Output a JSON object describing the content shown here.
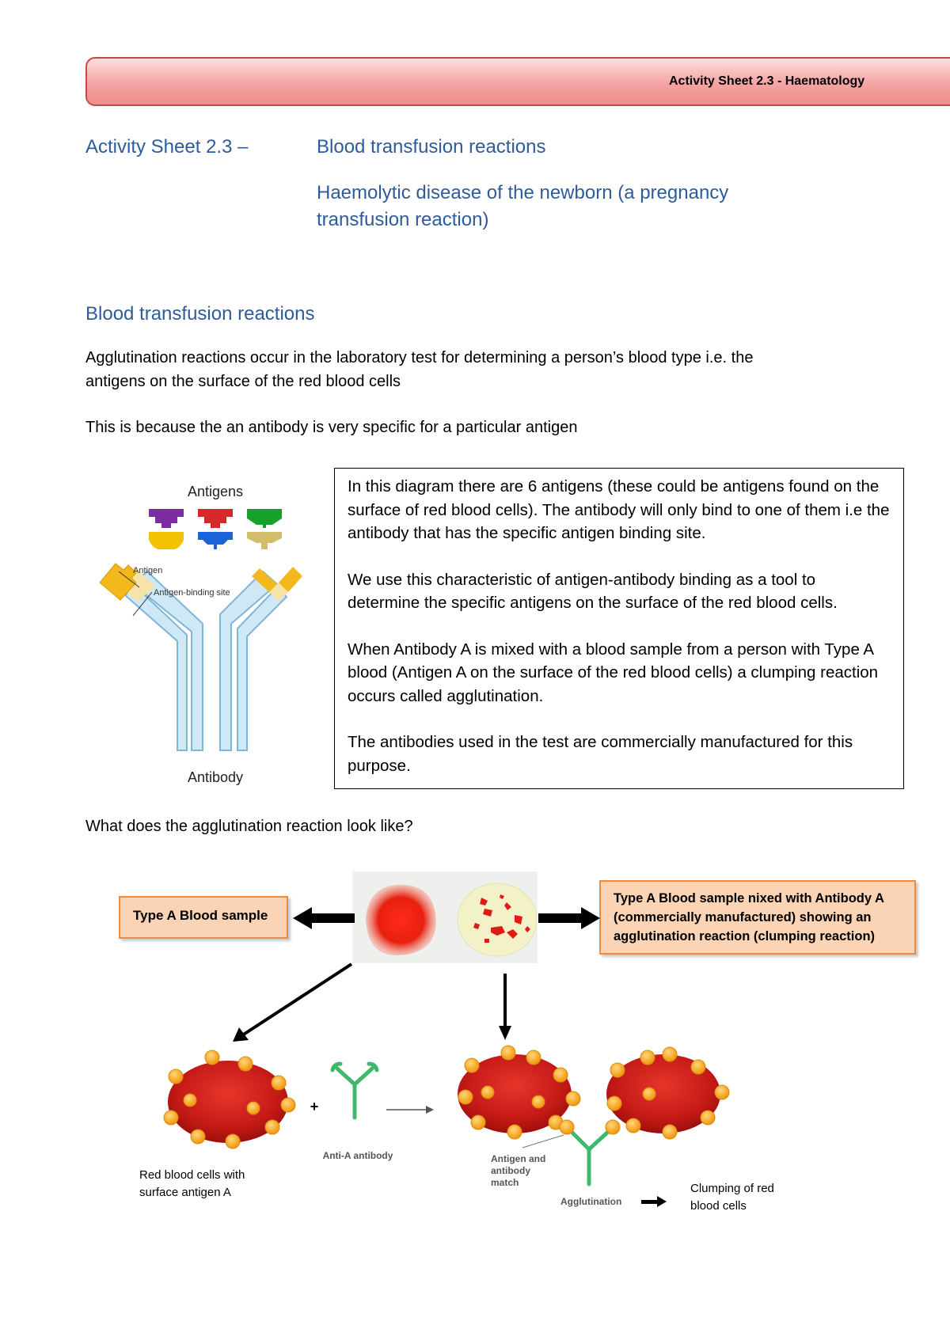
{
  "header": {
    "label": "Activity Sheet 2.3 - Haematology"
  },
  "title": {
    "left": "Activity Sheet 2.3 –",
    "line1": "Blood transfusion reactions",
    "line2": "Haemolytic disease of the newborn (a pregnancy",
    "line3": "transfusion reaction)"
  },
  "section": {
    "heading": "Blood transfusion reactions",
    "para1_line1": "Agglutination reactions occur in the laboratory test for determining a person’s blood type i.e. the",
    "para1_line2": "antigens on the surface of the red blood cells",
    "para2": "This is because the an antibody is very specific for a particular antigen"
  },
  "antibody_figure": {
    "antigens_label": "Antigens",
    "antigen_label": "Antigen",
    "binding_site_label": "Antigen-binding site",
    "antibody_label": "Antibody",
    "antigen_colors": [
      "#7b2ca0",
      "#d62a2a",
      "#17a02c",
      "#f2c200",
      "#1a63d8",
      "#d2bd6a"
    ]
  },
  "textbox": {
    "p1": "In this diagram there are 6 antigens (these could be antigens found on the surface of red blood cells).  The antibody will only bind to one of them i.e the antibody that has the specific antigen binding site.",
    "p2": "We use this characteristic of antigen-antibody binding as a tool to determine the specific antigens on the surface of the red blood cells.",
    "p3": "When Antibody A is mixed with a blood sample from a person with Type A blood (Antigen A on the surface of the red blood cells) a clumping reaction occurs called agglutination.",
    "p4": "The antibodies used in the test are commercially manufactured for this purpose."
  },
  "question": "What does the agglutination reaction look like?",
  "agglutination_figure": {
    "left_box": "Type A Blood sample",
    "right_box_line1": "Type A Blood sample nixed with Antibody A",
    "right_box_line2": "(commercially manufactured) showing an",
    "right_box_line3": "agglutination reaction (clumping reaction)",
    "rbc_label_line1": "Red blood cells with",
    "rbc_label_line2": "surface antigen A",
    "plus": "+",
    "anti_a_label": "Anti-A antibody",
    "match_label_line1": "Antigen and",
    "match_label_line2": "antibody",
    "match_label_line3": "match",
    "agglutination_label": "Agglutination",
    "clumping_line1": "Clumping of red",
    "clumping_line2": "blood cells"
  }
}
